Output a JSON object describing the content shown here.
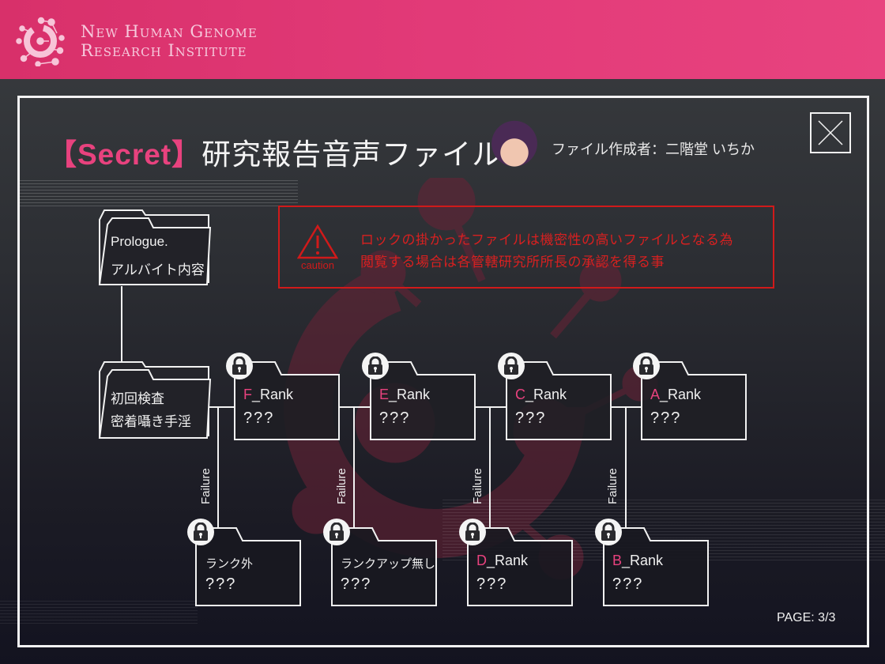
{
  "header": {
    "institute_line1": "New Human Genome",
    "institute_line2": "Research Institute",
    "logo_icon": "genome-logo-icon"
  },
  "title": {
    "secret_tag": "【Secret】",
    "text": "研究報告音声ファイル"
  },
  "author": {
    "label": "ファイル作成者：二階堂 いちか",
    "avatar": "character-avatar"
  },
  "close_button": {
    "icon": "close-icon"
  },
  "caution": {
    "icon_label": "caution",
    "line1": "ロックの掛かったファイルは機密性の高いファイルとなる為",
    "line2": "閲覧する場合は各管轄研究所所長の承認を得る事",
    "color": "#d01a1a"
  },
  "folders": {
    "prologue": {
      "line1": "Prologue.",
      "line2": "アルバイト内容",
      "locked": false
    },
    "first_exam": {
      "line1": "初回検査",
      "line2": "密着囁き手淫",
      "locked": false
    },
    "f_rank": {
      "accent": "F",
      "rest": "_Rank",
      "line2": "???",
      "locked": true
    },
    "e_rank": {
      "accent": "E",
      "rest": "_Rank",
      "line2": "???",
      "locked": true
    },
    "c_rank": {
      "accent": "C",
      "rest": "_Rank",
      "line2": "???",
      "locked": true
    },
    "a_rank": {
      "accent": "A",
      "rest": "_Rank",
      "line2": "???",
      "locked": true
    },
    "out_of_rank": {
      "line1": "ランク外",
      "line2": "???",
      "locked": true
    },
    "no_rank_up": {
      "line1": "ランクアップ無し",
      "line2": "???",
      "locked": true
    },
    "d_rank": {
      "accent": "D",
      "rest": "_Rank",
      "line2": "???",
      "locked": true
    },
    "b_rank": {
      "accent": "B",
      "rest": "_Rank",
      "line2": "???",
      "locked": true
    }
  },
  "branch_label": "Failure",
  "pagination": {
    "label": "PAGE: 3/3",
    "current": 3,
    "total": 3
  },
  "colors": {
    "header_pink": "#e23a78",
    "accent_pink": "#e8427e",
    "caution_red": "#d01a1a",
    "frame_white": "#f3f3f3"
  }
}
